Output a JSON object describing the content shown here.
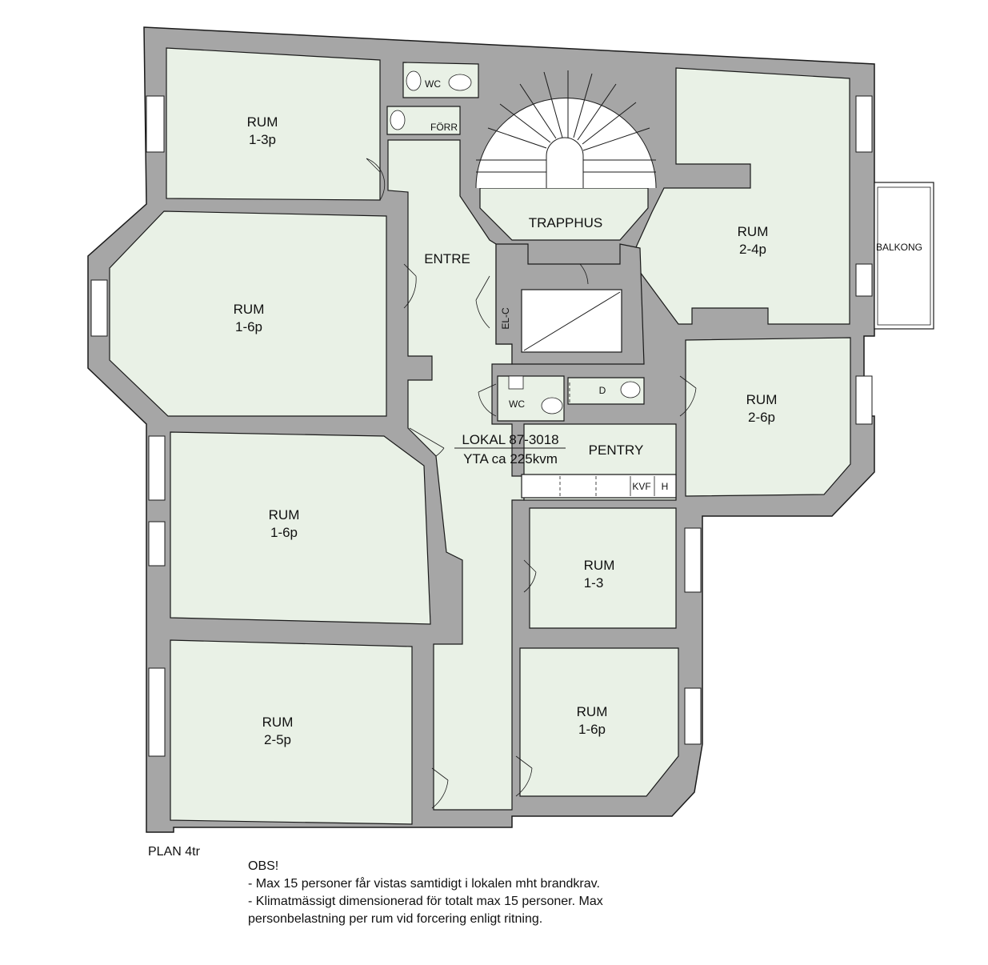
{
  "rooms": {
    "r1": {
      "name": "RUM",
      "cap": "1-3p"
    },
    "r2": {
      "name": "RUM",
      "cap": "1-6p"
    },
    "r3": {
      "name": "RUM",
      "cap": "1-6p"
    },
    "r4": {
      "name": "RUM",
      "cap": "2-5p"
    },
    "r5": {
      "name": "RUM",
      "cap": "2-4p"
    },
    "r6": {
      "name": "RUM",
      "cap": "2-6p"
    },
    "r7": {
      "name": "RUM",
      "cap": "1-3"
    },
    "r8": {
      "name": "RUM",
      "cap": "1-6p"
    }
  },
  "labels": {
    "wc_top": "WC",
    "forr": "FÖRR",
    "trapphus": "TRAPPHUS",
    "entre": "ENTRE",
    "el_c": "EL-C",
    "wc_mid": "WC",
    "pentry": "PENTRY",
    "balkong": "BALKONG",
    "kvf": "KVF",
    "h": "H",
    "d": "D",
    "lokal": "LOKAL 87-3018",
    "yta": "YTA ca 225kvm"
  },
  "plan_caption": "PLAN 4tr",
  "notes": {
    "heading": "OBS!",
    "lines": [
      "- Max 15 personer får vistas samtidigt i lokalen mht brandkrav.",
      "- Klimatmässigt dimensionerad för totalt max 15 personer. Max",
      "personbelastning per rum vid forcering enligt ritning."
    ]
  },
  "colors": {
    "wall": "#a6a6a6",
    "wall_stroke": "#1a1a1a",
    "floor": "#e9f1e6",
    "window": "#ffffff"
  }
}
